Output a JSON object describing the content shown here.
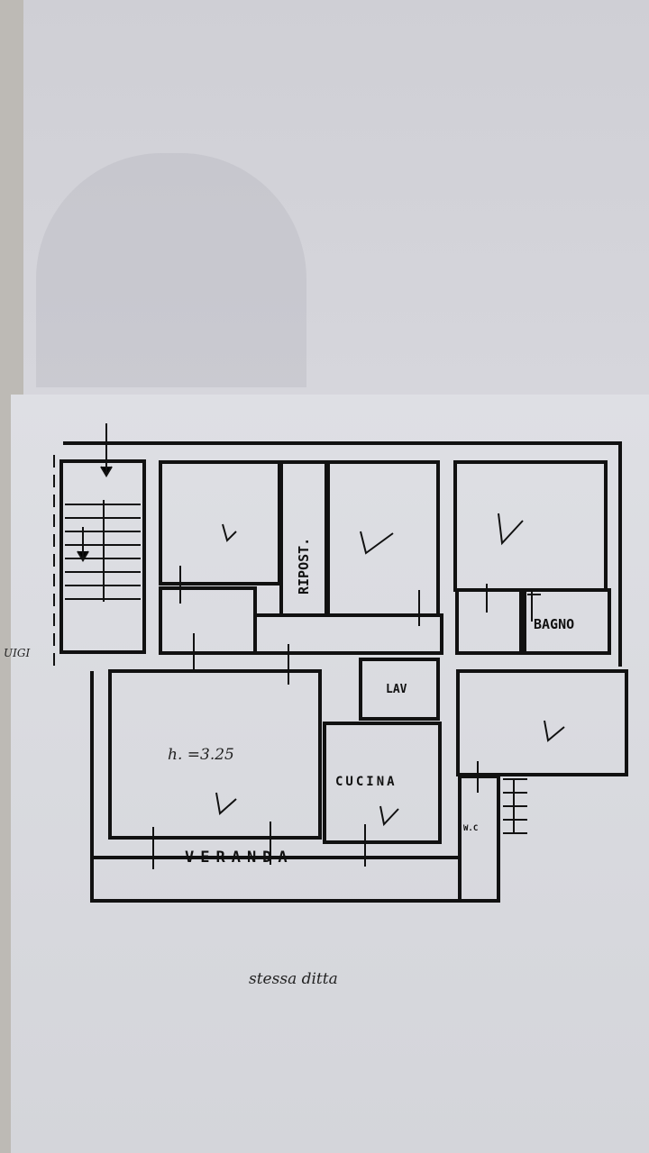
{
  "plan": {
    "rooms": {
      "storage": "RIPOST.",
      "bathroom": "BAGNO",
      "laundry": "LAV",
      "kitchen": "CUCINA",
      "veranda": "VERANDA",
      "wc": "W.C",
      "ceiling_height": "h. =3.25"
    },
    "check_mark": "V",
    "neighbor_label": "UIGI",
    "caption": "stessa ditta"
  },
  "colors": {
    "ink": "#111111",
    "paper": "#dedfe4"
  }
}
